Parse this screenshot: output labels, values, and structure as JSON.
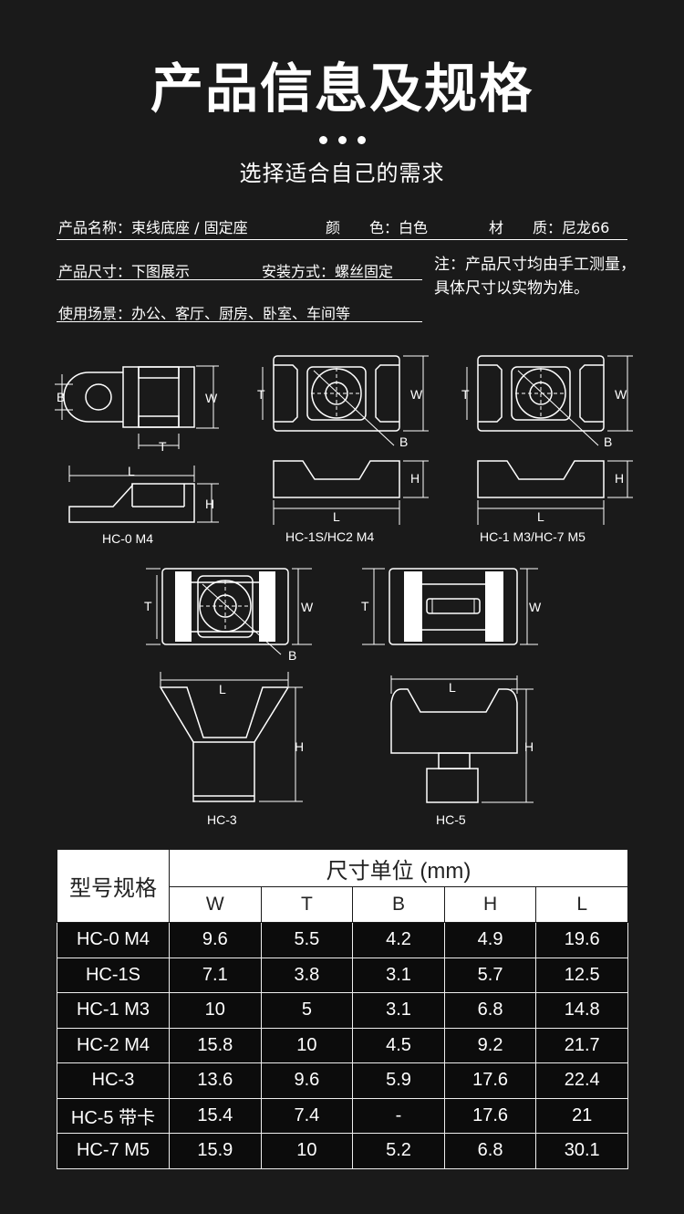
{
  "header": {
    "title": "产品信息及规格",
    "subtitle": "选择适合自己的需求"
  },
  "info": {
    "name": "产品名称：束线底座 / 固定座",
    "color": "颜　　色：白色",
    "material": "材　　质：尼龙66",
    "size": "产品尺寸：下图展示",
    "install": "安装方式：螺丝固定",
    "scene": "使用场景：办公、客厅、厨房、卧室、车间等",
    "note": "注：产品尺寸均由手工测量，具体尺寸以实物为准。"
  },
  "diagrams": {
    "captions": [
      "HC-0 M4",
      "HC-1S/HC2 M4",
      "HC-1 M3/HC-7 M5",
      "HC-3",
      "HC-5"
    ],
    "dim": {
      "w": "W",
      "t": "T",
      "b": "B",
      "h": "H",
      "l": "L"
    }
  },
  "table": {
    "corner": "型号规格",
    "unit": "尺寸单位 (mm)",
    "columns": [
      "W",
      "T",
      "B",
      "H",
      "L"
    ],
    "rows": [
      {
        "model": "HC-0 M4",
        "w": "9.6",
        "t": "5.5",
        "b": "4.2",
        "h": "4.9",
        "l": "19.6"
      },
      {
        "model": "HC-1S",
        "w": "7.1",
        "t": "3.8",
        "b": "3.1",
        "h": "5.7",
        "l": "12.5"
      },
      {
        "model": "HC-1 M3",
        "w": "10",
        "t": "5",
        "b": "3.1",
        "h": "6.8",
        "l": "14.8"
      },
      {
        "model": "HC-2 M4",
        "w": "15.8",
        "t": "10",
        "b": "4.5",
        "h": "9.2",
        "l": "21.7"
      },
      {
        "model": "HC-3",
        "w": "13.6",
        "t": "9.6",
        "b": "5.9",
        "h": "17.6",
        "l": "22.4"
      },
      {
        "model": "HC-5 带卡",
        "w": "15.4",
        "t": "7.4",
        "b": "-",
        "h": "17.6",
        "l": "21"
      },
      {
        "model": "HC-7 M5",
        "w": "15.9",
        "t": "10",
        "b": "5.2",
        "h": "6.8",
        "l": "30.1"
      }
    ]
  }
}
